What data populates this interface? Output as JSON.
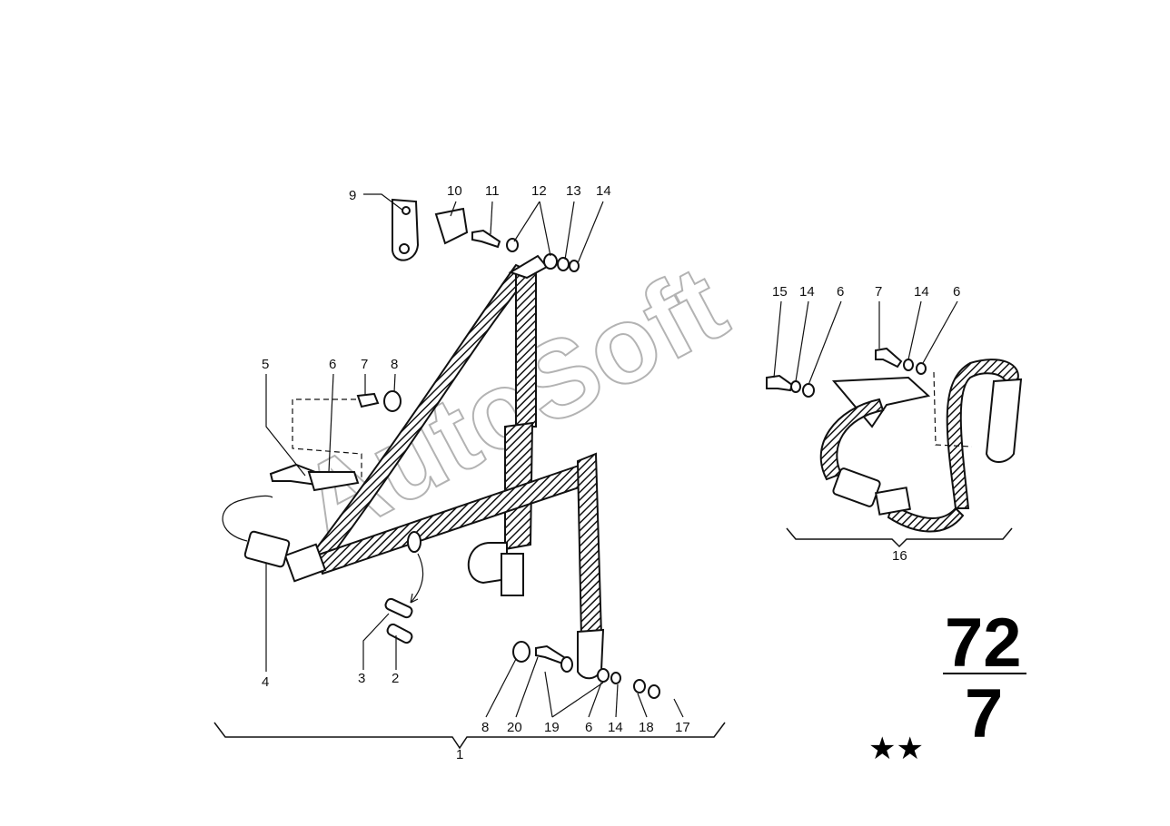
{
  "watermark": "AutoSoft",
  "page_number": {
    "top": "72",
    "bottom": "7"
  },
  "stars": "★★",
  "group_labels": {
    "main_assembly": "1",
    "secondary_assembly": "16"
  },
  "callouts": {
    "c9": "9",
    "c10": "10",
    "c11": "11",
    "c12": "12",
    "c13": "13",
    "c14a": "14",
    "c5": "5",
    "c6a": "6",
    "c7a": "7",
    "c8a": "8",
    "c4": "4",
    "c3": "3",
    "c2": "2",
    "c8b": "8",
    "c20": "20",
    "c19": "19",
    "c6b": "6",
    "c14b": "14",
    "c18": "18",
    "c17": "17",
    "c15": "15",
    "c14c": "14",
    "c6c": "6",
    "c7b": "7",
    "c14d": "14",
    "c6d": "6"
  }
}
